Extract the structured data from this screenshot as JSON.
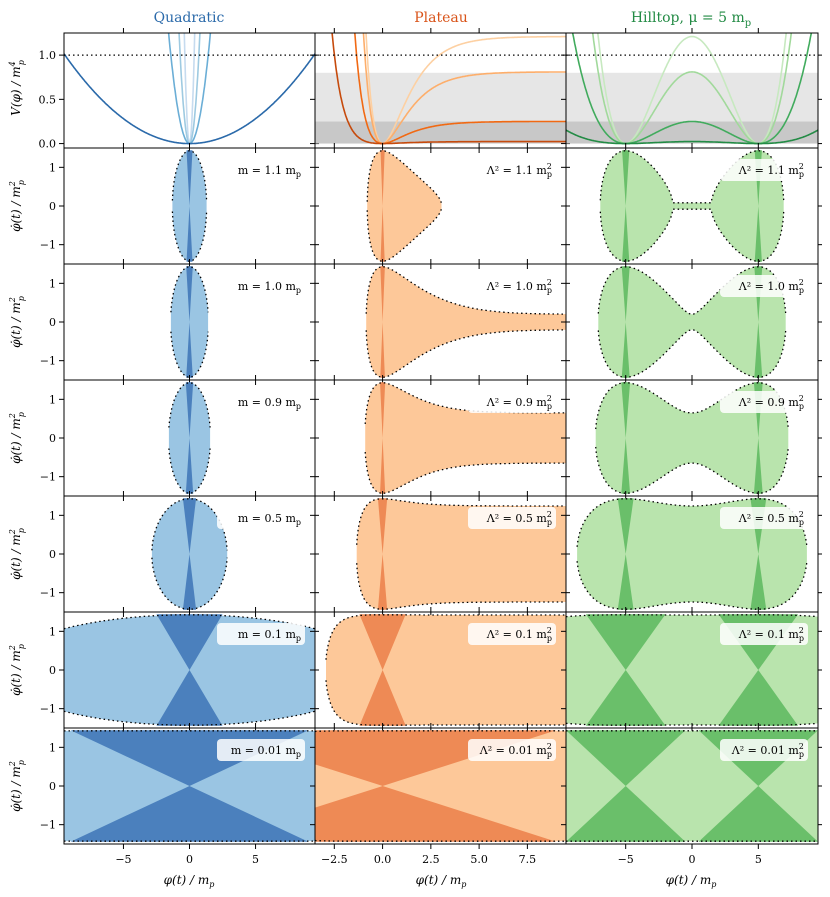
{
  "colors": {
    "quadratic_dark": "#2b6aaa",
    "quadratic_fill_dark": "#4b80bd",
    "quadratic_fill_light": "#9ac5e3",
    "plateau_dark": "#d9541a",
    "plateau_fill_dark": "#ee8a55",
    "plateau_fill_light": "#fdc899",
    "hilltop_dark": "#238b45",
    "hilltop_fill_dark": "#6abf6a",
    "hilltop_fill_light": "#b9e4ad",
    "band_light": "#e6e6e6",
    "band_dark": "#c8c8c8"
  },
  "chart_data": {
    "type": "line",
    "columns": [
      {
        "id": "quadratic",
        "title": "Quadratic",
        "xlim": [
          -9.5,
          9.5
        ],
        "xticks": [
          -5,
          0,
          5
        ],
        "xtick_labels": [
          "−5",
          "0",
          "5"
        ]
      },
      {
        "id": "plateau",
        "title": "Plateau",
        "xlim": [
          -3.5,
          9.5
        ],
        "xticks": [
          -2.5,
          0,
          2.5,
          5,
          7.5
        ],
        "xtick_labels": [
          "−2.5",
          "0.0",
          "2.5",
          "5.0",
          "7.5"
        ]
      },
      {
        "id": "hilltop",
        "title": "Hilltop, μ = 5 m",
        "title_sub": "p",
        "mu": 5,
        "xlim": [
          -9.5,
          9.5
        ],
        "xticks": [
          -5,
          0,
          5
        ],
        "xtick_labels": [
          "−5",
          "0",
          "5"
        ]
      }
    ],
    "xlabel": "φ(t) / m",
    "xlabel_sub": "p",
    "top_row": {
      "ylabel": "V(φ) / m",
      "ylabel_sup": "4",
      "ylabel_sub": "p",
      "ylim": [
        -0.05,
        1.25
      ],
      "yticks": [
        0.0,
        0.5,
        1.0
      ],
      "ytick_labels": [
        "0.0",
        "0.5",
        "1.0"
      ],
      "reference_line": 1.0,
      "shaded_bands": [
        {
          "from": 0.0,
          "to": 0.25,
          "tone": "dark"
        },
        {
          "from": 0.25,
          "to": 0.8,
          "tone": "light"
        }
      ]
    },
    "phase_rows": {
      "ylabel": "φ̇(t) / m",
      "ylabel_sup": "2",
      "ylabel_sub": "p",
      "ylim": [
        -1.5,
        1.5
      ],
      "yticks": [
        -1,
        0,
        1
      ],
      "ytick_labels": [
        "−1",
        "0",
        "1"
      ],
      "parameters": [
        1.1,
        1.0,
        0.9,
        0.5,
        0.1,
        0.01
      ],
      "quadratic_labels": [
        "m = 1.1 m",
        "m = 1.0 m",
        "m = 0.9 m",
        "m = 0.5 m",
        "m = 0.1 m",
        "m = 0.01 m"
      ],
      "plateau_labels": [
        "Λ² = 1.1 m",
        "Λ² = 1.0 m",
        "Λ² = 0.9 m",
        "Λ² = 0.5 m",
        "Λ² = 0.1 m",
        "Λ² = 0.01 m"
      ],
      "hilltop_labels": [
        "Λ² = 1.1 m",
        "Λ² = 1.0 m",
        "Λ² = 0.9 m",
        "Λ² = 0.5 m",
        "Λ² = 0.1 m",
        "Λ² = 0.01 m"
      ],
      "unit_sub": "p",
      "lambda_unit_sup": "2"
    }
  }
}
